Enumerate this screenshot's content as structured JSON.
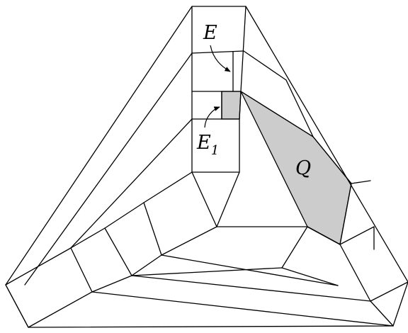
{
  "colors": {
    "stroke": "#000000",
    "shaded_region": "#cccccc",
    "background": "#ffffff"
  },
  "labels": {
    "e": "E",
    "e1_base": "E",
    "e1_subscript": "1",
    "q": "Q"
  }
}
